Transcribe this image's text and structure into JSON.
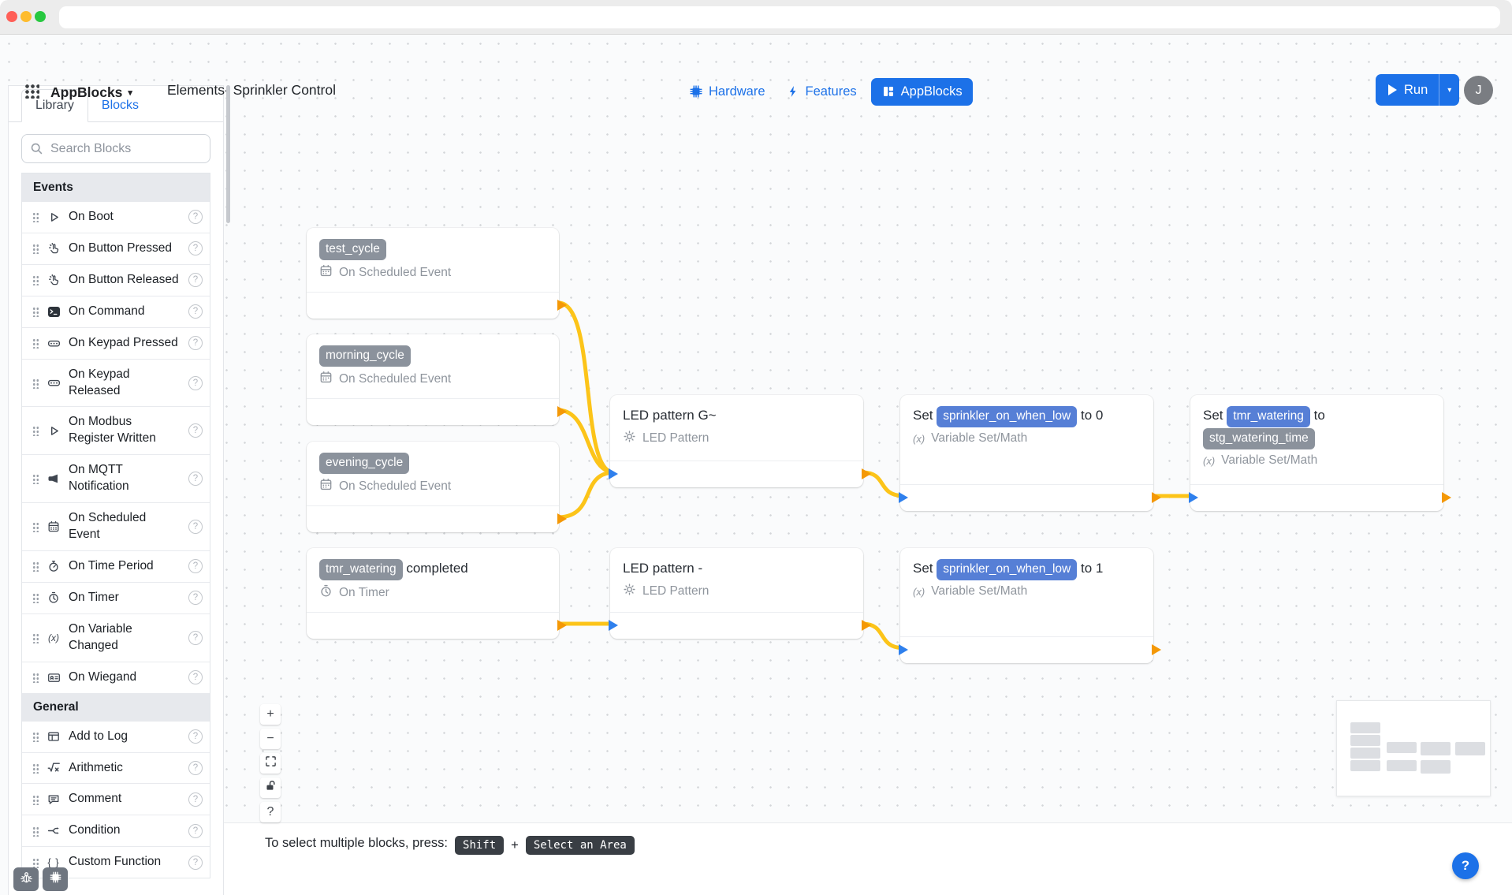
{
  "browser": {
    "url_value": "",
    "traffic_lights": [
      "#ff5f57",
      "#febc2e",
      "#28c840"
    ]
  },
  "header": {
    "app_name": "AppBlocks",
    "document_title": "Elements- Sprinkler Control",
    "nav": [
      {
        "label": "Hardware",
        "icon": "chip-icon",
        "active": false
      },
      {
        "label": "Features",
        "icon": "bolt-icon",
        "active": false
      },
      {
        "label": "AppBlocks",
        "icon": "blocks-icon",
        "active": true
      }
    ],
    "run_label": "Run",
    "avatar_initial": "J"
  },
  "sidebar": {
    "tabs": [
      {
        "label": "Library",
        "active": true
      },
      {
        "label": "Blocks",
        "active": false
      }
    ],
    "search_placeholder": "Search Blocks",
    "sections": [
      {
        "title": "Events",
        "items": [
          {
            "label": "On Boot",
            "icon": "play-outline-icon"
          },
          {
            "label": "On Button Pressed",
            "icon": "pointer-icon"
          },
          {
            "label": "On Button Released",
            "icon": "pointer-icon"
          },
          {
            "label": "On Command",
            "icon": "terminal-icon"
          },
          {
            "label": "On Keypad Pressed",
            "icon": "keypad-icon"
          },
          {
            "label": "On Keypad Released",
            "icon": "keypad-icon"
          },
          {
            "label": "On Modbus Register Written",
            "icon": "play-outline-icon"
          },
          {
            "label": "On MQTT Notification",
            "icon": "megaphone-icon"
          },
          {
            "label": "On Scheduled Event",
            "icon": "calendar-icon"
          },
          {
            "label": "On Time Period",
            "icon": "stopwatch-icon"
          },
          {
            "label": "On Timer",
            "icon": "clock-icon"
          },
          {
            "label": "On Variable Changed",
            "icon": "variable-icon"
          },
          {
            "label": "On Wiegand",
            "icon": "card-icon"
          }
        ]
      },
      {
        "title": "General",
        "items": [
          {
            "label": "Add to Log",
            "icon": "table-icon"
          },
          {
            "label": "Arithmetic",
            "icon": "sqrt-icon"
          },
          {
            "label": "Comment",
            "icon": "speech-bubble-icon"
          },
          {
            "label": "Condition",
            "icon": "branch-icon"
          },
          {
            "label": "Custom Function",
            "icon": "braces-icon"
          }
        ]
      }
    ]
  },
  "canvas": {
    "blocks": {
      "test_cycle": {
        "badge": "test_cycle",
        "subtitle": "On Scheduled Event"
      },
      "morning_cycle": {
        "badge": "morning_cycle",
        "subtitle": "On Scheduled Event"
      },
      "evening_cycle": {
        "badge": "evening_cycle",
        "subtitle": "On Scheduled Event"
      },
      "tmr_completed": {
        "badge": "tmr_watering",
        "suffix": "completed",
        "subtitle": "On Timer"
      },
      "led_g": {
        "title": "LED pattern G~",
        "subtitle": "LED Pattern"
      },
      "led_dash": {
        "title": "LED pattern -",
        "subtitle": "LED Pattern"
      },
      "set_low_0": {
        "prefix": "Set",
        "var": "sprinkler_on_when_low",
        "mid": "to",
        "value": "0",
        "subtitle": "Variable Set/Math"
      },
      "set_low_1": {
        "prefix": "Set",
        "var": "sprinkler_on_when_low",
        "mid": "to",
        "value": "1",
        "subtitle": "Variable Set/Math"
      },
      "set_tmr": {
        "prefix": "Set",
        "var": "tmr_watering",
        "mid": "to",
        "value_badge": "stg_watering_time",
        "subtitle": "Variable Set/Math"
      }
    },
    "hint": {
      "text": "To select multiple blocks, press:",
      "key1": "Shift",
      "plus": "+",
      "key2": "Select an Area"
    }
  },
  "icons": {
    "variable": "(x)",
    "braces": "{ }",
    "caret_down": "▾",
    "plus": "+",
    "minus": "−",
    "question": "?"
  },
  "colors": {
    "accent_blue": "#1c71e8",
    "wire_yellow": "#fcc419",
    "port_out_orange": "#f49806",
    "port_in_blue": "#2f80ed",
    "badge_gray": "#8b929c",
    "badge_blue": "#567fd6"
  }
}
